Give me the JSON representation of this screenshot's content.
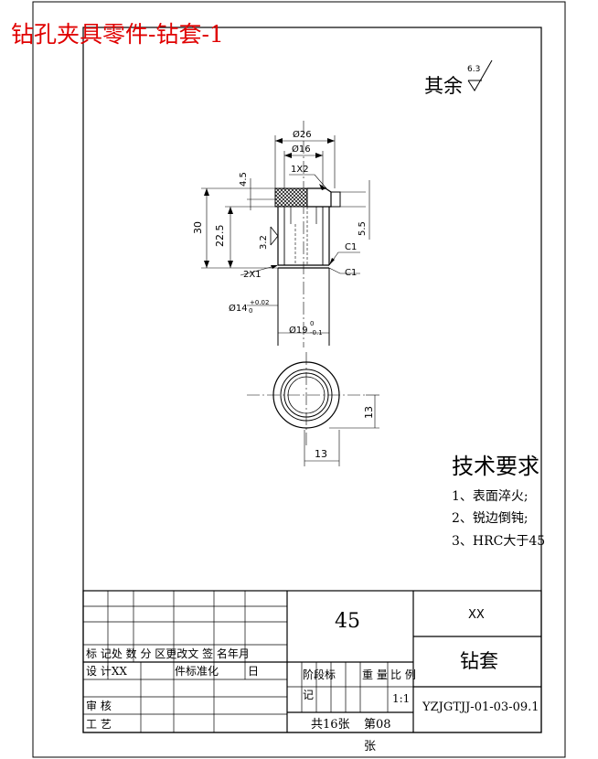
{
  "drawing": {
    "page_title": "钻孔夹具零件-钻套-1",
    "roughness_other_label": "其余",
    "roughness_other_value": "6.3",
    "dimensions": {
      "outer_flange_dia": "Ø26",
      "inner_dia_16": "Ø16",
      "chamfer_top": "1X2",
      "flange_thickness": "4.5",
      "step_5_5": "5.5",
      "total_length": "30",
      "body_length": "22.5",
      "roughness_value": "3.2",
      "chamfer_c1_a": "C1",
      "chamfer_c1_b": "C1",
      "chamfer_bottom": "2X1",
      "bore_dia": "Ø14",
      "bore_tol_upper": "+0.02",
      "bore_tol_lower": "0",
      "outer_dia_19": "Ø19",
      "outer_tol_upper": "0",
      "outer_tol_lower": "-0.1",
      "end_view_vertical": "13",
      "end_view_horizontal": "13"
    },
    "tech_requirements": {
      "title": "技术要求",
      "items": [
        "1、表面淬火;",
        "2、锐边倒钝;",
        "3、HRC大于45"
      ]
    }
  },
  "title_block": {
    "material": "45",
    "company": "XX",
    "part_name": "钻套",
    "drawing_number": "YZJGTJJ-01-03-09.1",
    "revision_header": "标 记处 数 分 区更改文 签 名年月",
    "designer_label": "设 计XX",
    "standardization_label": "件标准化",
    "date_label": "日",
    "reviewer_label": "审 核",
    "process_label": "工 艺",
    "stage_label": "阶段标",
    "stage_label2": "记",
    "weight_label": "重 量",
    "scale_label": "比 例",
    "scale_value": "1:1",
    "sheets_label": "共16张",
    "sheet_no_label": "第08",
    "sheet_unit": "张"
  }
}
